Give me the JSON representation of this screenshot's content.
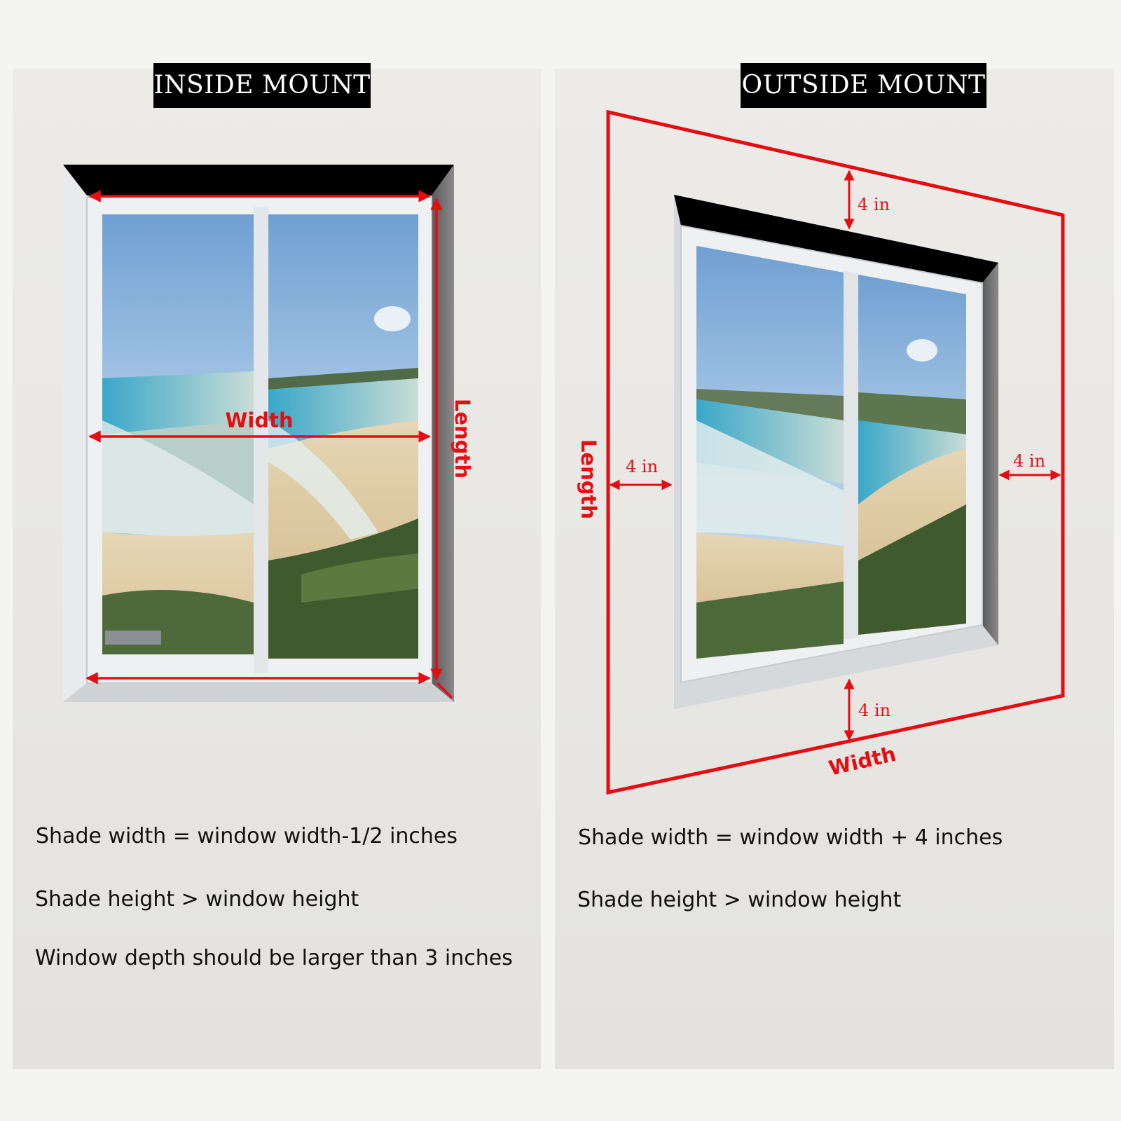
{
  "accent_color": "#e50d12",
  "inside": {
    "title": "INSIDE MOUNT",
    "width_label": "Width",
    "length_label": "Length",
    "notes": [
      "Shade width = window width-1/2 inches",
      "Shade height > window height",
      "Window depth should be larger than 3 inches"
    ]
  },
  "outside": {
    "title": "OUTSIDE MOUNT",
    "width_label": "Width",
    "length_label": "Length",
    "top_margin": "4 in",
    "left_margin": "4 in",
    "right_margin": "4 in",
    "bottom_margin": "4 in",
    "notes": [
      "Shade width = window width + 4 inches",
      "Shade height > window height"
    ]
  }
}
